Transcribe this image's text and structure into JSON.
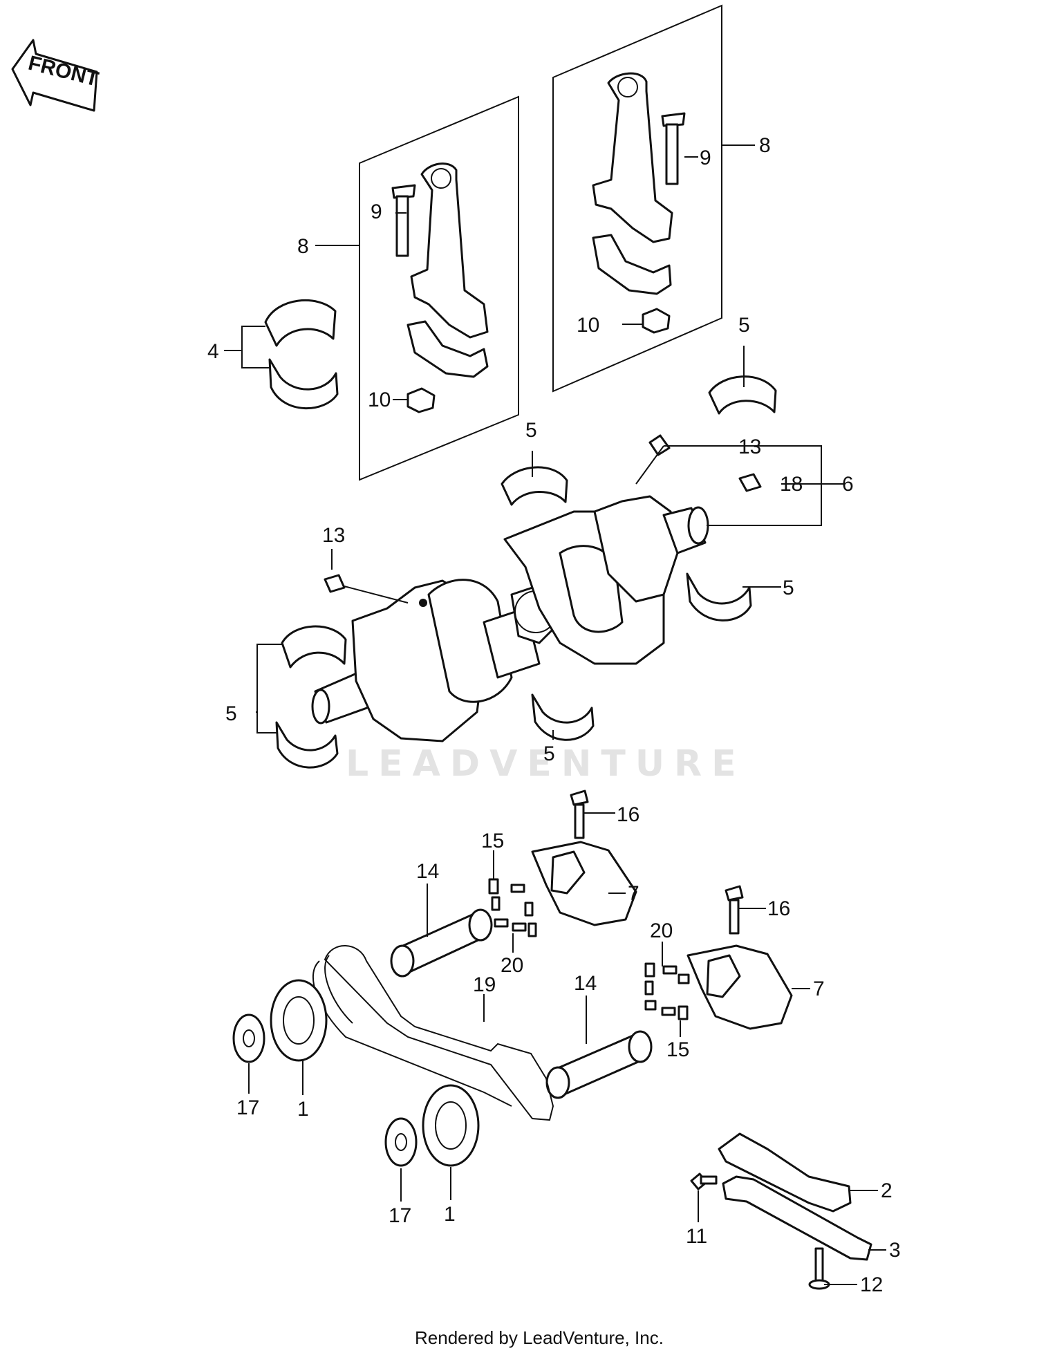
{
  "front_label": "FRONT",
  "watermark": "LEADVENTURE",
  "footer": "Rendered by LeadVenture, Inc.",
  "callouts": {
    "c1a": "1",
    "c1b": "1",
    "c2": "2",
    "c3": "3",
    "c4": "4",
    "c5a": "5",
    "c5b": "5",
    "c5c": "5",
    "c5d": "5",
    "c5e": "5",
    "c6": "6",
    "c7a": "7",
    "c7b": "7",
    "c8a": "8",
    "c8b": "8",
    "c9a": "9",
    "c9b": "9",
    "c10a": "10",
    "c10b": "10",
    "c11": "11",
    "c12": "12",
    "c13a": "13",
    "c13b": "13",
    "c14a": "14",
    "c14b": "14",
    "c15a": "15",
    "c15b": "15",
    "c16a": "16",
    "c16b": "16",
    "c17a": "17",
    "c17b": "17",
    "c18": "18",
    "c19": "19",
    "c20a": "20",
    "c20b": "20"
  }
}
